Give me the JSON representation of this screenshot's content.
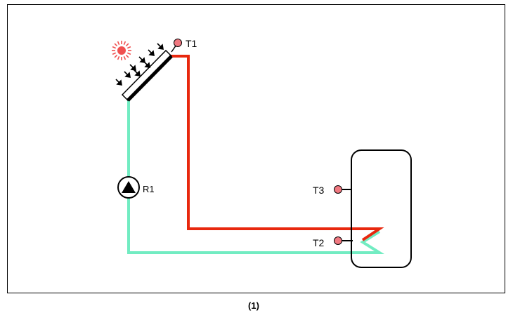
{
  "diagram": {
    "caption": "(1)",
    "sensors": {
      "t1": "T1",
      "t2": "T2",
      "t3": "T3"
    },
    "pump": {
      "label": "R1"
    },
    "colors": {
      "hot_line": "#e8280e",
      "cold_line": "#72ecc2",
      "sensor_fill": "#f07880",
      "sun": "#f05050",
      "outline": "#000000"
    },
    "icons": [
      "sun-icon",
      "solar-collector",
      "pump-icon",
      "storage-tank"
    ]
  }
}
